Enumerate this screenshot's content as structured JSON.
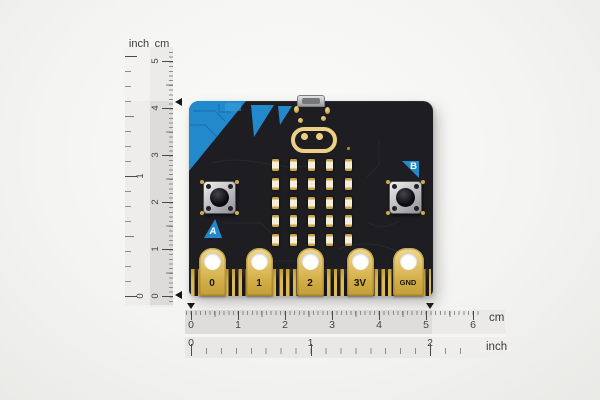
{
  "scene": {
    "description": "BBC micro:bit board product photo with inch/cm measurement rulers",
    "background_color": "#f4f4f2"
  },
  "rulers": {
    "vertical": {
      "header_inch": "inch",
      "header_cm": "cm",
      "cm_labels": [
        "5",
        "4",
        "3",
        "2",
        "1",
        "0"
      ],
      "inch_labels": [
        "1",
        "0"
      ]
    },
    "horizontal": {
      "cm_labels": [
        "0",
        "1",
        "2",
        "3",
        "4",
        "5",
        "6"
      ],
      "inch_labels": [
        "0",
        "1",
        "2"
      ],
      "cm_unit": "cm",
      "inch_unit": "inch"
    }
  },
  "board": {
    "buttons": {
      "a": "A",
      "b": "B"
    },
    "pins": [
      "0",
      "1",
      "2",
      "3V",
      "GND"
    ],
    "led_matrix": {
      "rows": 5,
      "cols": 5
    },
    "colors": {
      "pcb": "#1d1d22",
      "accent_blue": "#2289cc",
      "gold": "#dcba55",
      "led_body": "#f4eedd",
      "pad_hole": "#ffffff",
      "connector_silver": "#c9cacb"
    }
  }
}
